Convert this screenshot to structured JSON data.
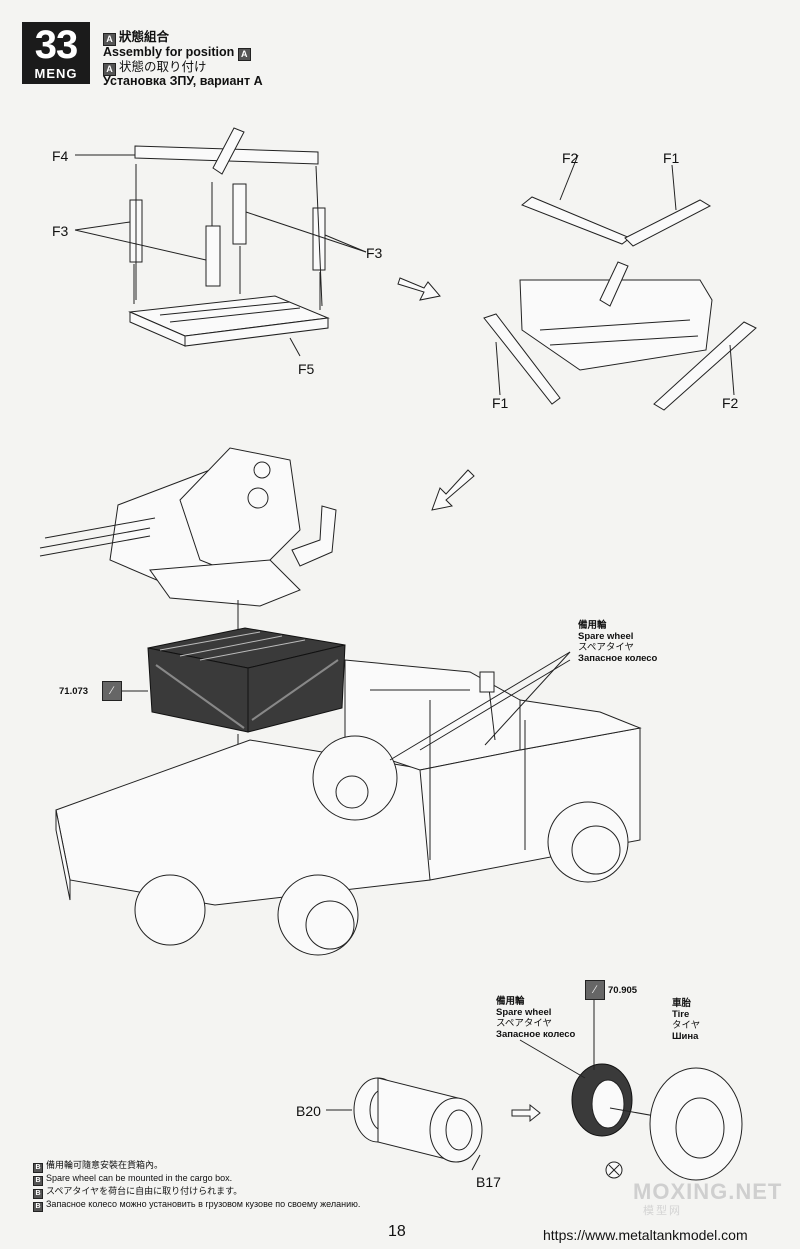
{
  "header": {
    "step_number": "33",
    "brand": "MENG",
    "variant_letter": "A",
    "title_cn": "狀態組合",
    "title_en": "Assembly for position",
    "title_jp": "状態の取り付け",
    "title_ru": "Установка ЗПУ, вариант А"
  },
  "parts": {
    "f4": "F4",
    "f3_left": "F3",
    "f3_right": "F3",
    "f5": "F5",
    "f2_top": "F2",
    "f1_top": "F1",
    "f1_bottom": "F1",
    "f2_bottom": "F2",
    "b20": "B20",
    "b17": "B17"
  },
  "paints": {
    "crate_paint": "71.073",
    "tire_paint": "70.905"
  },
  "spare_wheel_top": {
    "cn": "備用輪",
    "en": "Spare wheel",
    "jp": "スペアタイヤ",
    "ru": "Запасное колесо"
  },
  "spare_wheel_bottom": {
    "cn": "備用輪",
    "en": "Spare wheel",
    "jp": "スペアタイヤ",
    "ru": "Запасное колесо"
  },
  "tire": {
    "cn": "車胎",
    "en": "Tire",
    "jp": "タイヤ",
    "ru": "Шина"
  },
  "footnotes": {
    "cn": "備用輪可隨意安裝在貨箱內。",
    "en": "Spare wheel can be mounted in the cargo box.",
    "jp": "スペアタイヤを荷台に自由に取り付けられます。",
    "ru": "Запасное колесо можно установить в грузовом кузове по своему желанию."
  },
  "footnote_letter": "B",
  "page_number": "18",
  "source_url": "https://www.metaltankmodel.com",
  "watermark": "MOXING.NET",
  "watermark_sub": "模型网"
}
